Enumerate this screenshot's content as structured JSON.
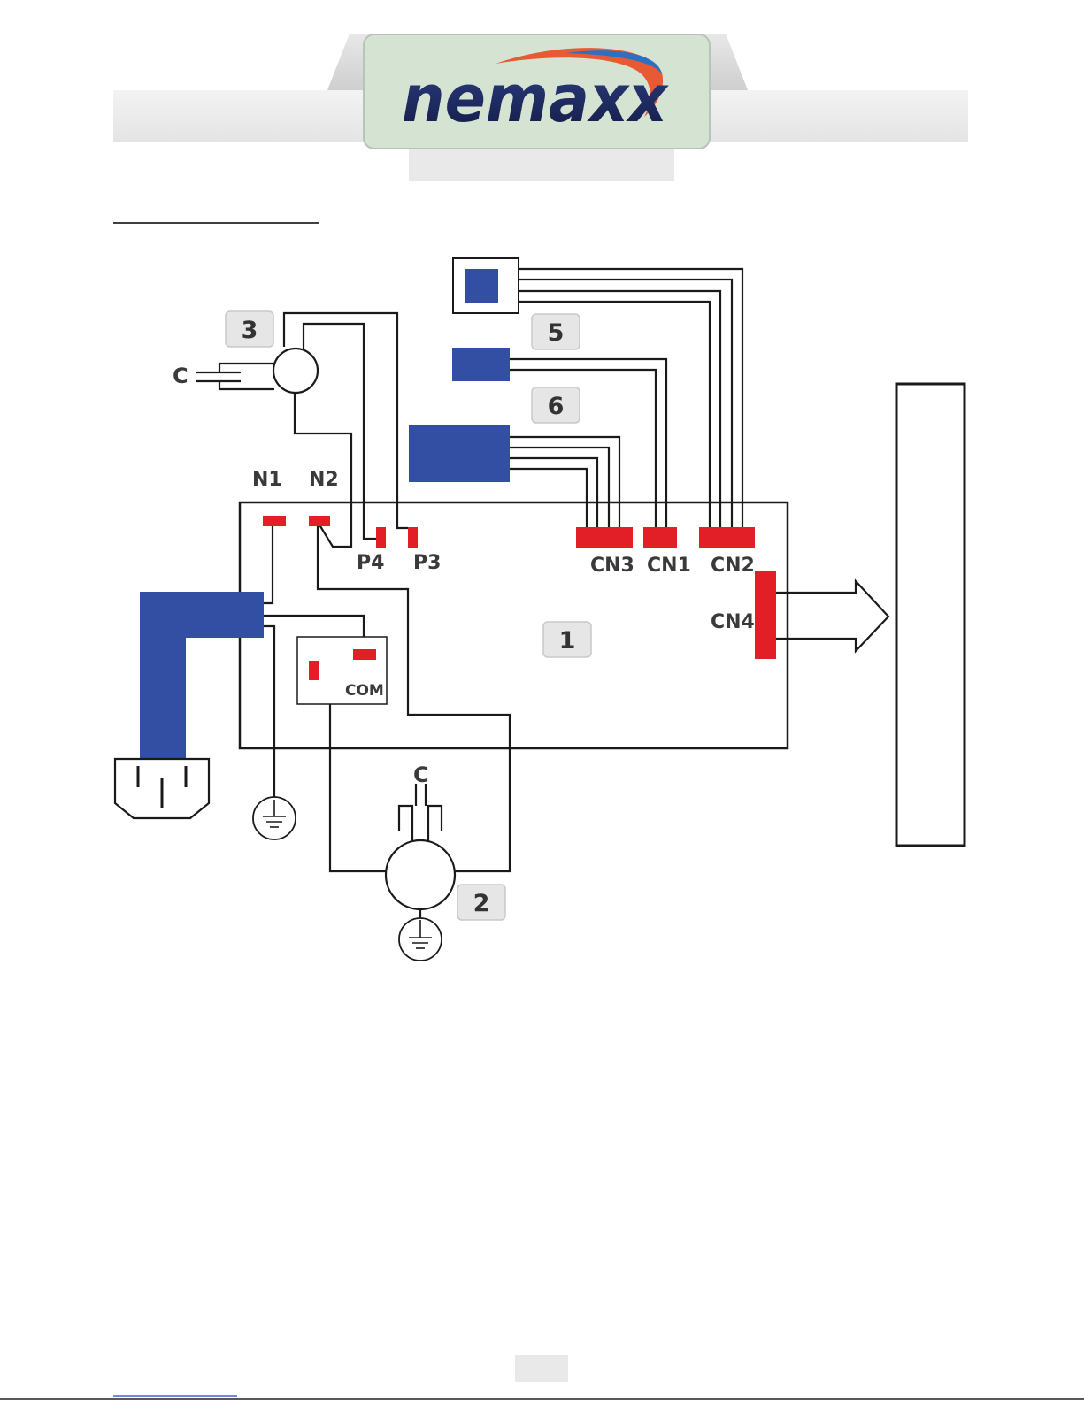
{
  "header": {
    "brand": "nemaxx"
  },
  "labels": {
    "board": "1",
    "motor_bottom": "2",
    "motor_top": "3",
    "component_5": "5",
    "component_6": "6",
    "cap_top": "C",
    "cap_bottom": "C",
    "n1": "N1",
    "n2": "N2",
    "p4": "P4",
    "p3": "P3",
    "cn3": "CN3",
    "cn1": "CN1",
    "cn2": "CN2",
    "cn4": "CN4",
    "com": "COM"
  },
  "colors": {
    "wire": "#1a1a1a",
    "connector": "#e21f26",
    "component": "#324fa4",
    "badge": "#e6e6e6",
    "brand_blue": "#1c2a5e",
    "brand_orange": "#e8522a",
    "panel_green": "#d5e3d3"
  },
  "icons": {
    "ground": "ground-icon",
    "plug": "power-plug-icon",
    "motor": "motor-icon"
  }
}
